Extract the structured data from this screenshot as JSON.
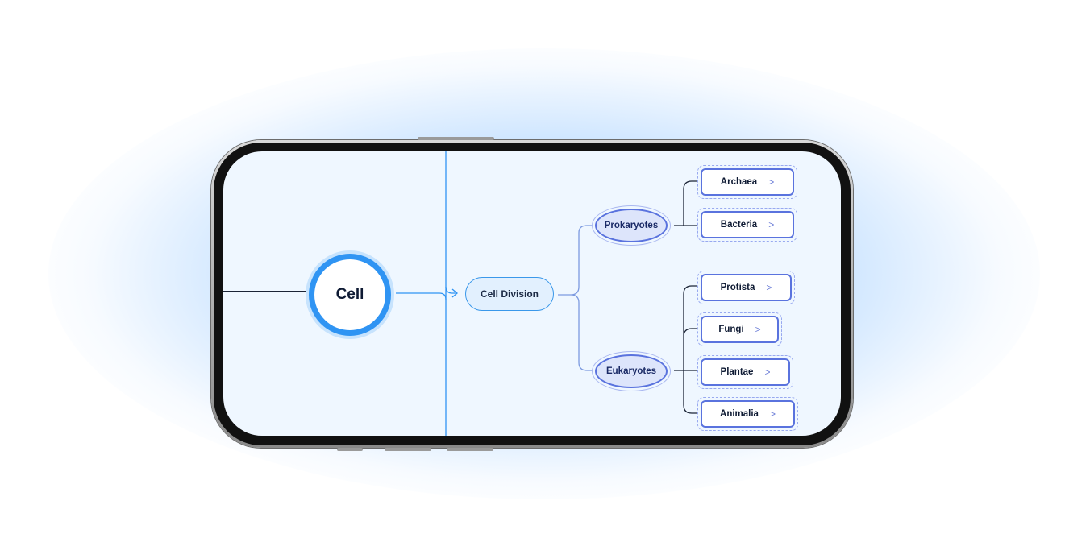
{
  "root": {
    "label": "Cell"
  },
  "branch": {
    "label": "Cell Division"
  },
  "groups": [
    {
      "label": "Prokaryotes",
      "children": [
        "Archaea",
        "Bacteria"
      ]
    },
    {
      "label": "Eukaryotes",
      "children": [
        "Protista",
        "Fungi",
        "Plantae",
        "Animalia"
      ]
    }
  ],
  "colors": {
    "accent": "#2f94f3",
    "node": "#5a73de",
    "screen": "#eff7ff"
  },
  "chevron": ">"
}
